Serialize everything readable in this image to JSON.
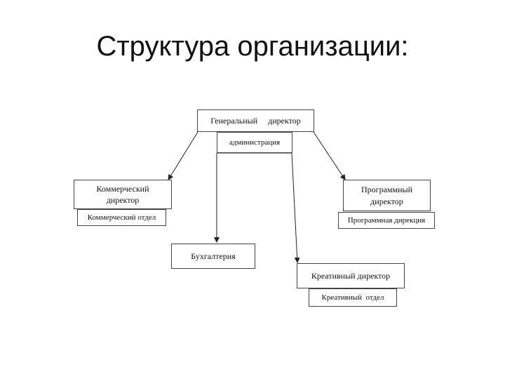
{
  "title": "Структура организации:",
  "nodes": {
    "general_director": "Генеральный     директор",
    "administration": "администрация",
    "commercial_director": "Коммерческий\nдиректор",
    "commercial_department": "Коммерческий отдел",
    "program_director": "Программный\nдиректор",
    "program_directorate": "Программная дирекция",
    "accounting": "Бухгалтерия",
    "creative_director": "Креативный директор",
    "creative_department": "Креативный  отдел"
  }
}
